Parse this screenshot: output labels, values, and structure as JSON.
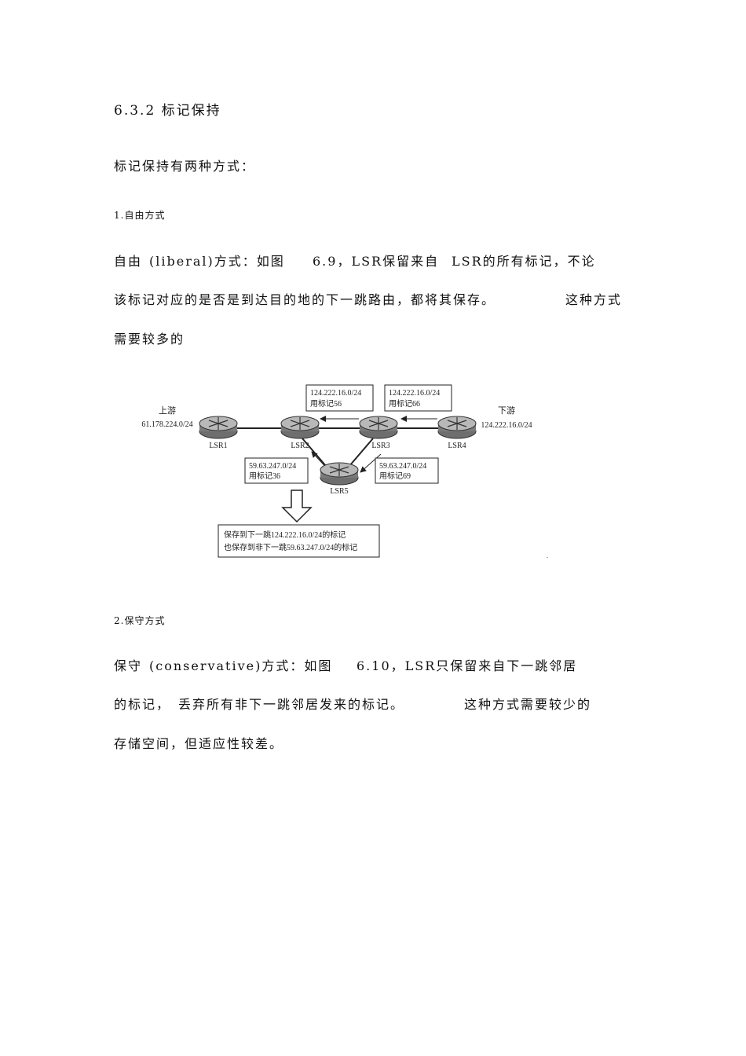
{
  "heading": "6.3.2 标记保持",
  "intro": "标记保持有两种方式：",
  "sec1": {
    "title": "1.自由方式",
    "line1a": "自由",
    "line1b": "(liberal)方式：如图",
    "line1c": "6.9，LSR保留来自",
    "line1d": "LSR的所有标记，不论",
    "line2a": "该标记对应的是否是到达目的地的下一跳路由，都将其保存。",
    "line2b": "这种方式",
    "line3": "需要较多的"
  },
  "figure": {
    "upstream_label": "上游",
    "upstream_prefix": "61.178.224.0/24",
    "downstream_label": "下游",
    "downstream_prefix": "124.222.16.0/24",
    "routers": [
      "LSR1",
      "LSR2",
      "LSR3",
      "LSR4",
      "LSR5"
    ],
    "box1": [
      "124.222.16.0/24",
      "用标记56"
    ],
    "box2": [
      "124.222.16.0/24",
      "用标记66"
    ],
    "box3": [
      "59.63.247.0/24",
      "用标记36"
    ],
    "box4": [
      "59.63.247.0/24",
      "用标记69"
    ],
    "result": [
      "保存到下一跳124.222.16.0/24的标记",
      "也保存到非下一跳59.63.247.0/24的标记"
    ],
    "dot": "."
  },
  "sec2": {
    "title": "2.保守方式",
    "line1a": "保守",
    "line1b": "(conservative)方式：如图",
    "line1c": "6.10，LSR只保留来自下一跳邻居",
    "line2a": "的标记，",
    "line2b": "丢弃所有非下一跳邻居发来的标记。",
    "line2c": "这种方式需要较少的",
    "line3": "存储空间，但适应性较差。"
  }
}
